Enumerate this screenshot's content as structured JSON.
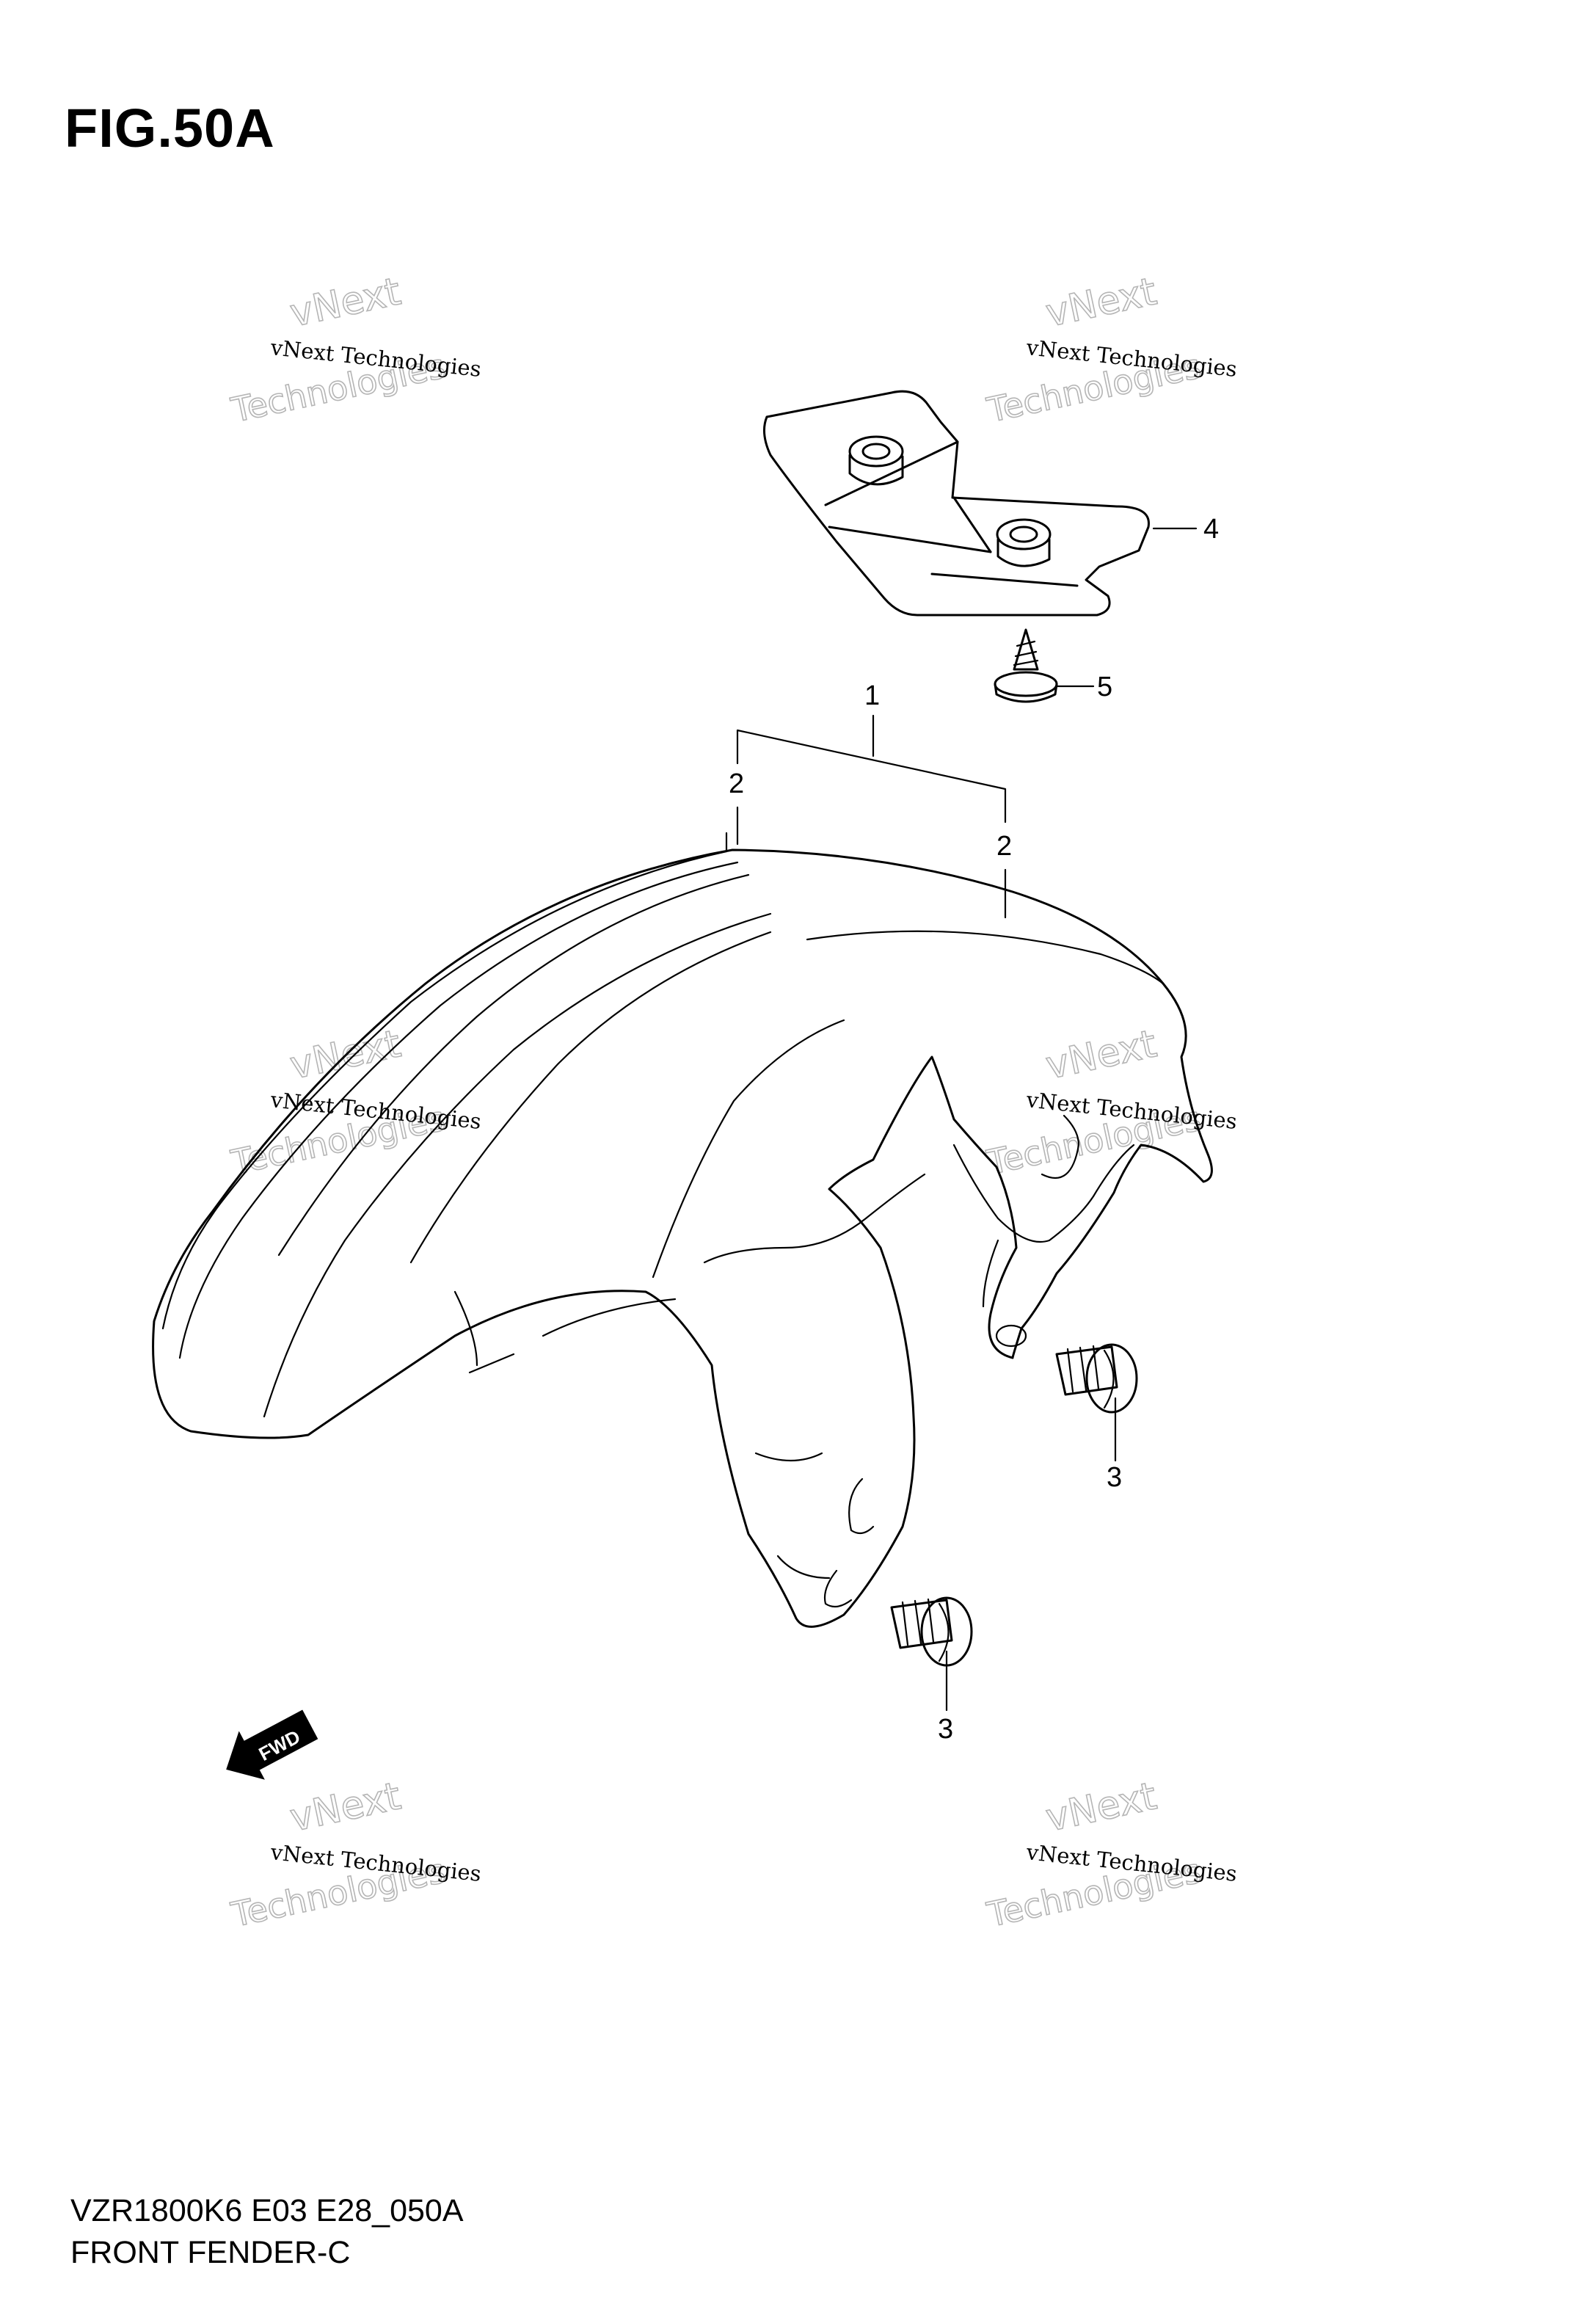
{
  "figure": {
    "title": "FIG.50A"
  },
  "footer": {
    "model_code": "VZR1800K6 E03 E28_050A",
    "diagram_name": "FRONT FENDER-C"
  },
  "callouts": {
    "c1": "1",
    "c2a": "2",
    "c2b": "2",
    "c3a": "3",
    "c3b": "3",
    "c4": "4",
    "c5": "5"
  },
  "fwd_label": "FWD",
  "watermark": {
    "line1": "vNext Technologies",
    "line2": "vNext",
    "line3": "Technologies"
  }
}
